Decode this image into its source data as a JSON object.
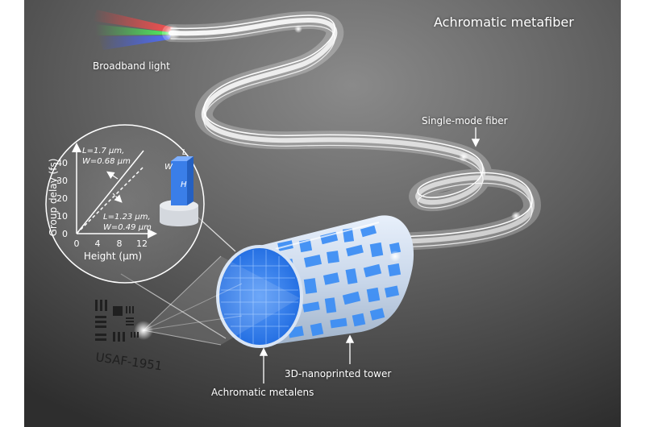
{
  "title": "Achromatic metafiber",
  "labels": {
    "broadband_light": "Broadband light",
    "single_mode_fiber": "Single-mode fiber",
    "tower": "3D-nanoprinted tower",
    "metalens": "Achromatic metalens",
    "target": "USAF-1951"
  },
  "inset": {
    "ylabel": "Group delay (fs)",
    "xlabel": "Height (μm)",
    "y_ticks": [
      "0",
      "10",
      "20",
      "30",
      "40"
    ],
    "x_ticks": [
      "0",
      "4",
      "8",
      "12"
    ],
    "line1_l": "L=1.7 μm,",
    "line1_w": "W=0.68 μm",
    "line2_l": "L=1.23 μm,",
    "line2_w": "W=0.49 μm",
    "pillar_l": "L",
    "pillar_w": "W",
    "pillar_h": "H"
  },
  "colors": {
    "background": "#5a5a5a",
    "metalens_blue": "#2f7ff0",
    "beam_red": "#ff3030",
    "beam_green": "#30e040",
    "beam_blue": "#3050ff"
  }
}
